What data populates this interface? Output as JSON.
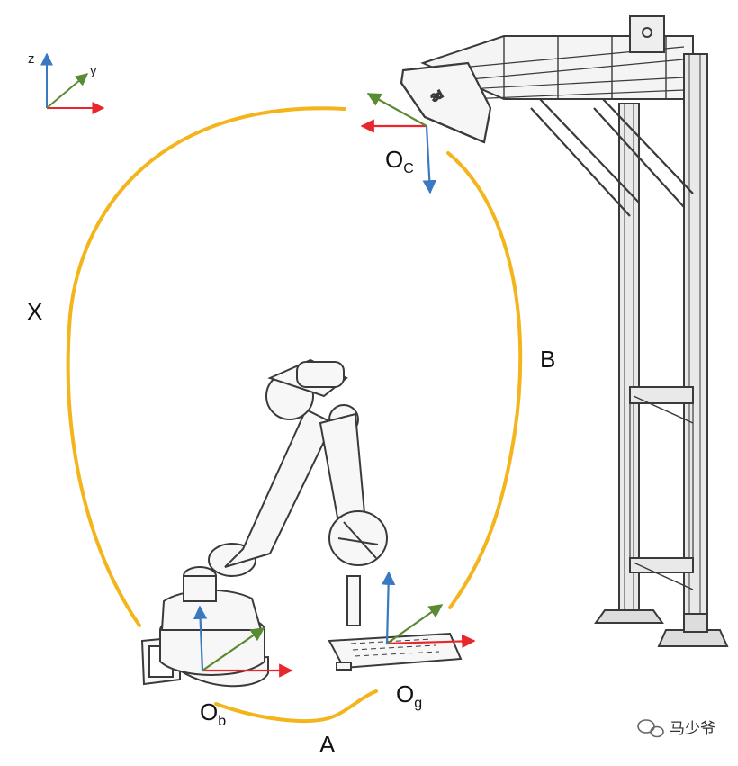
{
  "diagram": {
    "legend_axes": {
      "z": "z",
      "y": "y"
    },
    "frames": {
      "camera": {
        "main": "O",
        "sub": "C"
      },
      "base": {
        "main": "O",
        "sub": "b"
      },
      "gripper": {
        "main": "O",
        "sub": "g"
      }
    },
    "transforms": {
      "x": "X",
      "a": "A",
      "b": "B"
    },
    "watermark": {
      "text": "马少爷"
    },
    "colors": {
      "axis_x": "#e8262b",
      "axis_y": "#5a8a32",
      "axis_z": "#3a78c2",
      "loop": "#f3b51b",
      "drawing": "#3a3a3a"
    }
  }
}
